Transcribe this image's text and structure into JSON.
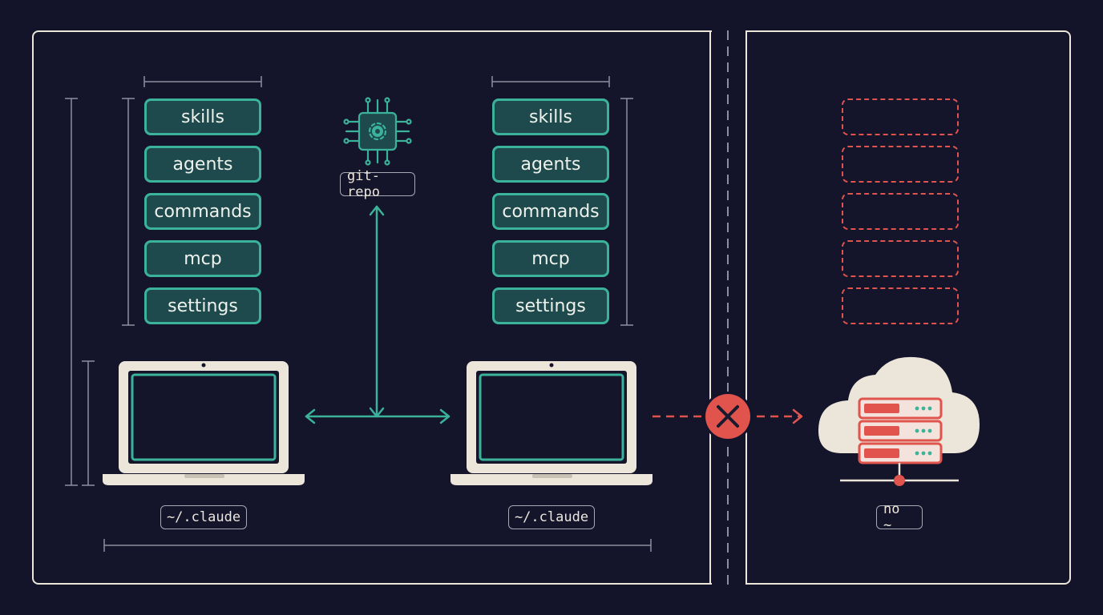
{
  "left_machine": {
    "folder_items": [
      "skills",
      "agents",
      "commands",
      "mcp",
      "settings"
    ],
    "path_label": "~/.claude"
  },
  "right_machine": {
    "folder_items": [
      "skills",
      "agents",
      "commands",
      "mcp",
      "settings"
    ],
    "path_label": "~/.claude"
  },
  "repo": {
    "label": "git-repo",
    "icon": "chip-gear-icon"
  },
  "cloud": {
    "label": "no ~",
    "icon": "cloud-server-icon",
    "empty_slots": 5
  },
  "colors": {
    "background": "#13132a",
    "frame": "#ece6da",
    "teal": "#3bb39a",
    "pill_fill": "#1f4a4d",
    "red": "#e0544d"
  }
}
